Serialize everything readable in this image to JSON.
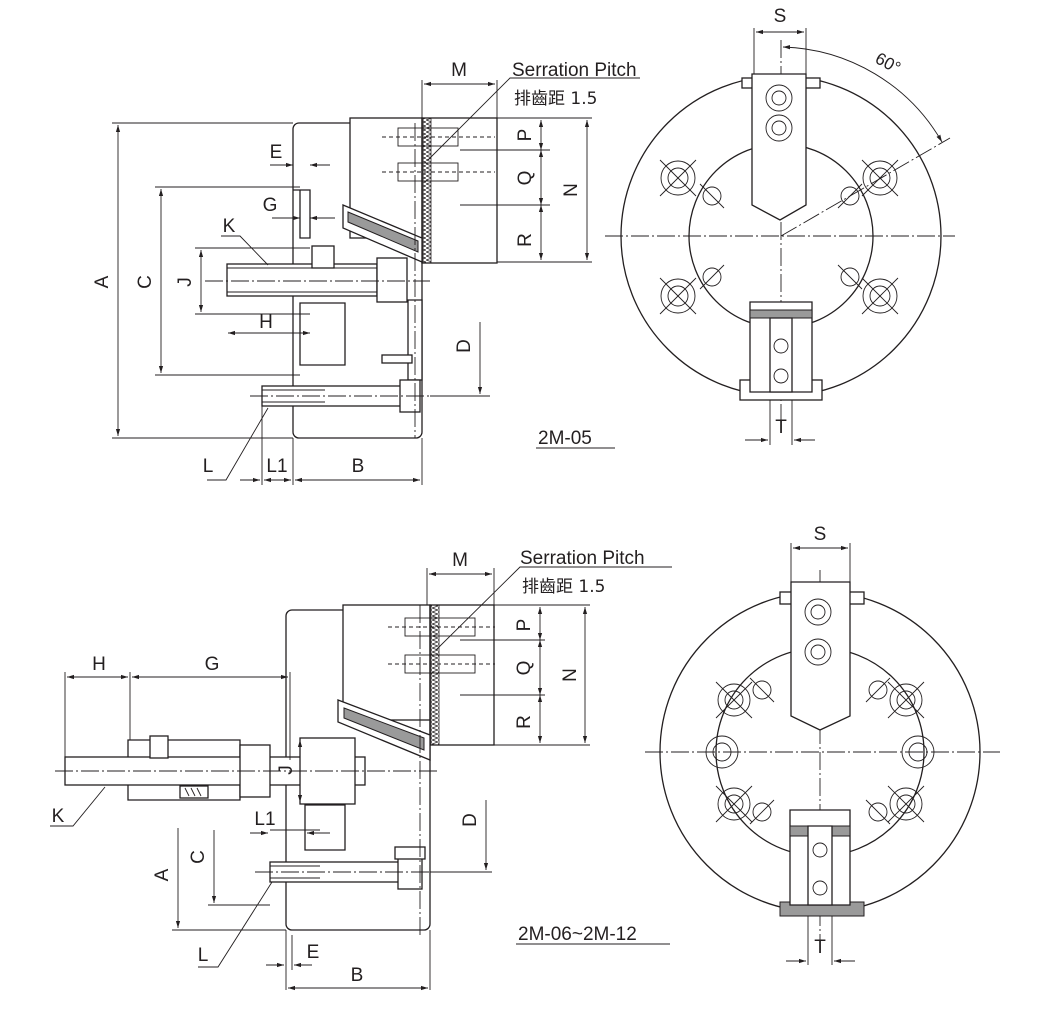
{
  "drawing1": {
    "serration_title": "Serration Pitch",
    "serration_value": "排齒距 1.5",
    "model": "2M-05",
    "angle": "60°",
    "dims": {
      "A": "A",
      "B": "B",
      "C": "C",
      "D": "D",
      "E": "E",
      "G": "G",
      "H": "H",
      "J": "J",
      "K": "K",
      "L": "L",
      "L1": "L1",
      "M": "M",
      "N": "N",
      "P": "P",
      "Q": "Q",
      "R": "R",
      "S": "S",
      "T": "T"
    }
  },
  "drawing2": {
    "serration_title": "Serration Pitch",
    "serration_value": "排齒距 1.5",
    "model": "2M-06~2M-12",
    "dims": {
      "A": "A",
      "B": "B",
      "C": "C",
      "D": "D",
      "E": "E",
      "G": "G",
      "H": "H",
      "J": "J",
      "K": "K",
      "L": "L",
      "L1": "L1",
      "M": "M",
      "N": "N",
      "P": "P",
      "Q": "Q",
      "R": "R",
      "S": "S",
      "T": "T"
    }
  },
  "colors": {
    "ink": "#231f20",
    "shade": "#9a9a9a",
    "background": "#ffffff"
  }
}
